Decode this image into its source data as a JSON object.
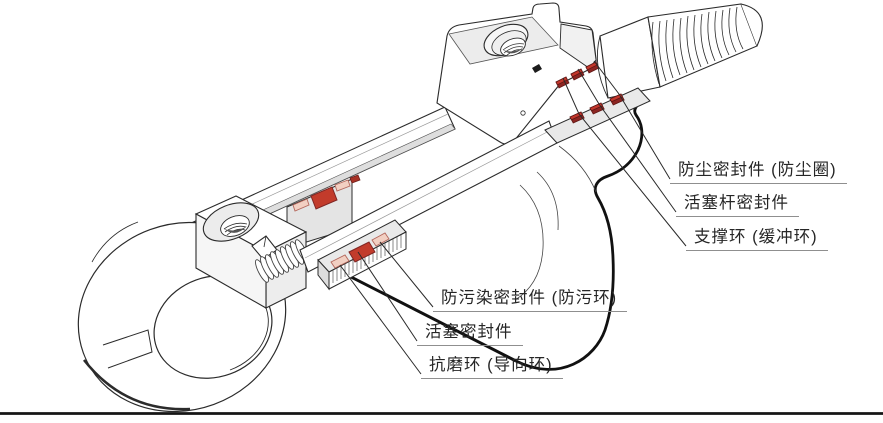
{
  "illustration": {
    "name": "hydraulic-cylinder-cutaway",
    "style": "isometric-line-drawing"
  },
  "labels": {
    "right": [
      {
        "id": "dust-seal",
        "text": "防尘密封件 (防尘圈)"
      },
      {
        "id": "rod-seal",
        "text": "活塞杆密封件"
      },
      {
        "id": "support-ring",
        "text": "支撑环 (缓冲环)"
      }
    ],
    "bottom": [
      {
        "id": "contamination-seal",
        "text": "防污染密封件 (防污环)"
      },
      {
        "id": "piston-seal",
        "text": "活塞密封件"
      },
      {
        "id": "wear-ring",
        "text": "抗磨环 (导向环)"
      }
    ]
  },
  "colors": {
    "seal_red": "#c23b2b",
    "seal_dark_red": "#7e2523",
    "wear_ring_pink": "#f2cfc2",
    "wear_ring_edge": "#b4675c",
    "cut_face_gray": "#e9e9e9",
    "side_face_gray": "#f1f1f1",
    "outline": "#2b2b2b",
    "underline_gray": "#8f8f8f",
    "baseline_black": "#151515"
  }
}
